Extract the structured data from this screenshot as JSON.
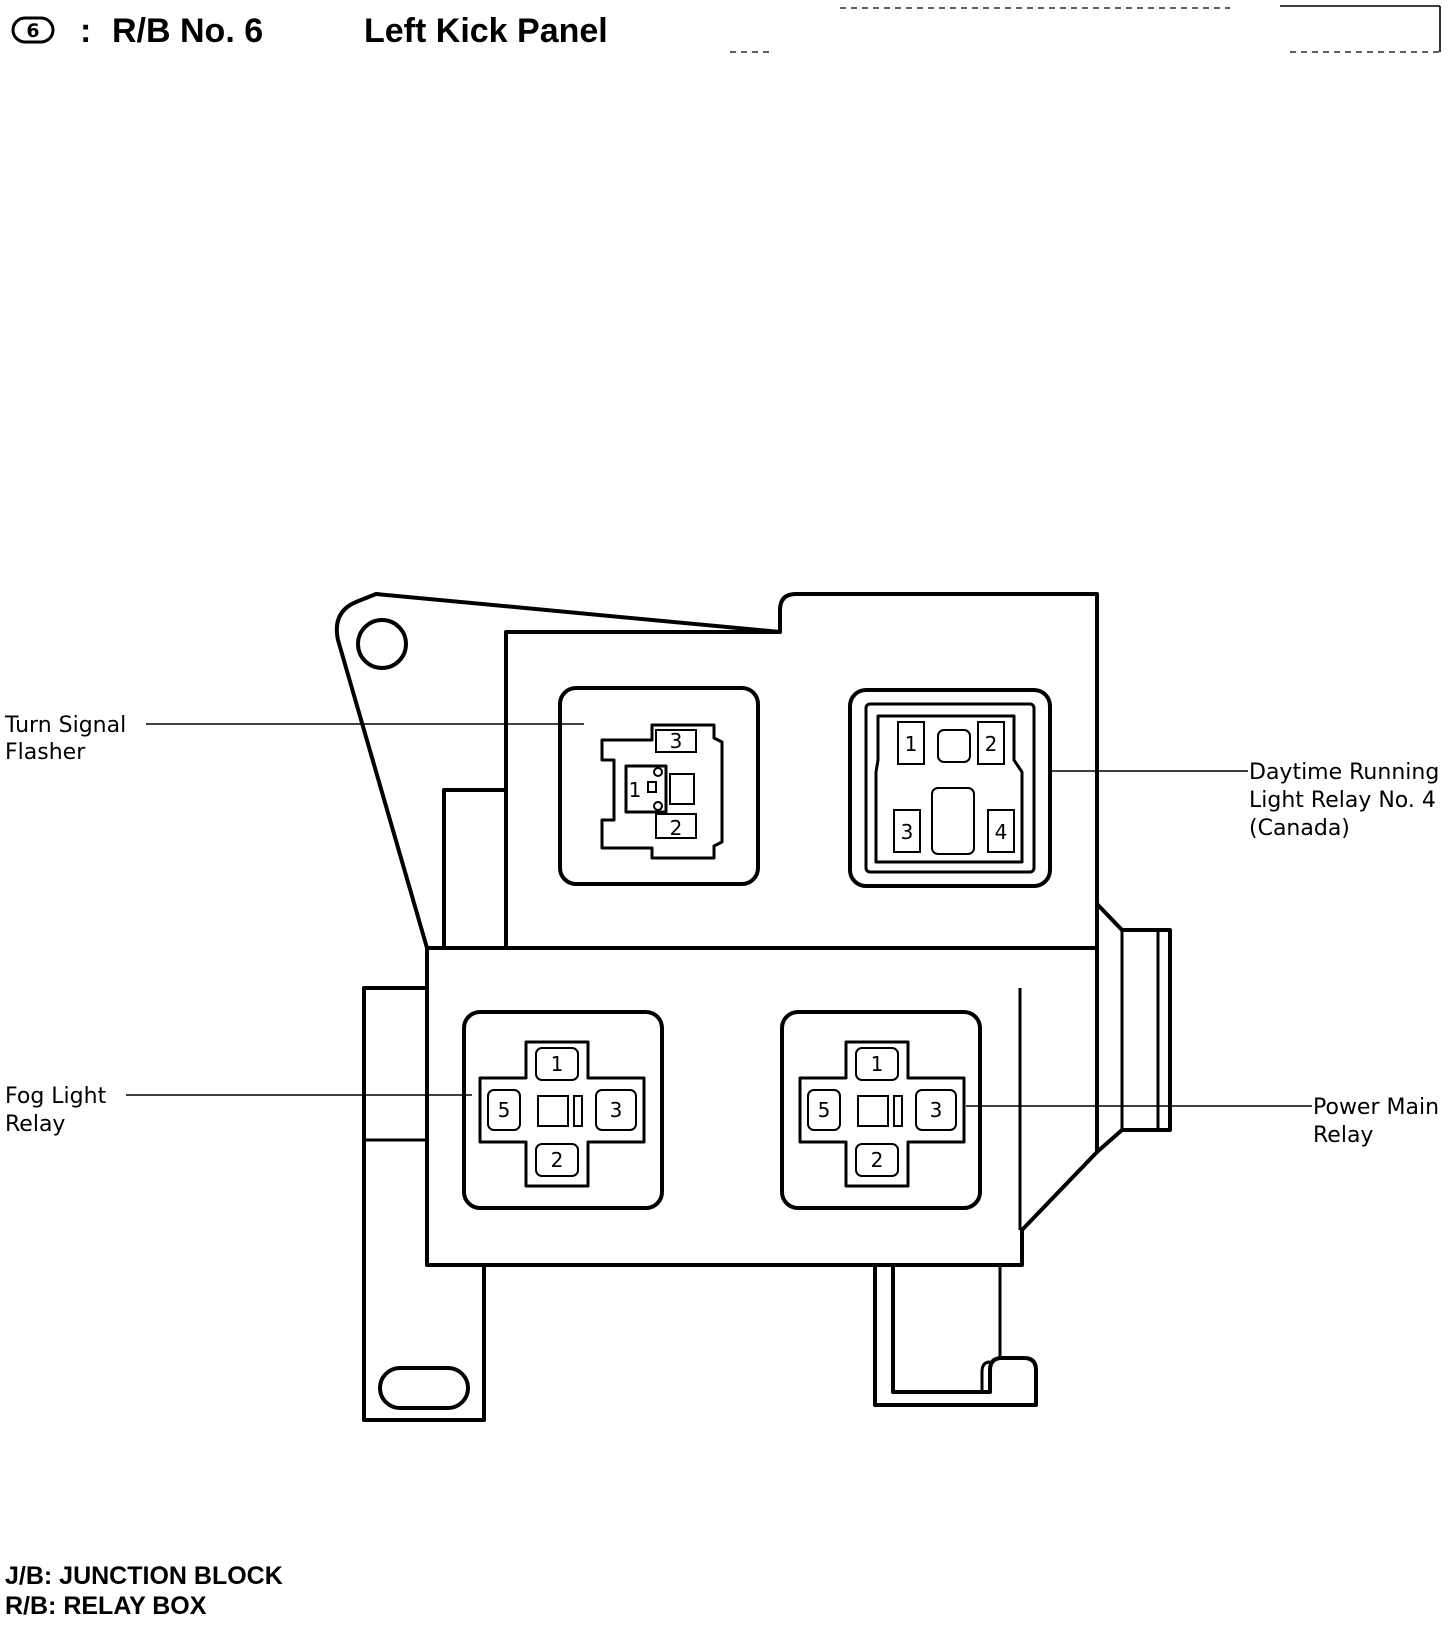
{
  "header": {
    "badge": "6",
    "separator": ":",
    "box_name": "R/B No. 6",
    "location": "Left Kick Panel"
  },
  "relays": {
    "turn_signal_flasher": {
      "label_line1": "Turn Signal",
      "label_line2": "Flasher",
      "pins": [
        "1",
        "2",
        "3"
      ]
    },
    "daytime_running_light_relay": {
      "label_line1": "Daytime Running",
      "label_line2": "Light Relay No. 4",
      "label_line3": "(Canada)",
      "pins": [
        "1",
        "2",
        "3",
        "4"
      ]
    },
    "fog_light_relay": {
      "label_line1": "Fog Light",
      "label_line2": "Relay",
      "pins": [
        "1",
        "2",
        "3",
        "5"
      ]
    },
    "power_main_relay": {
      "label_line1": "Power Main",
      "label_line2": "Relay",
      "pins": [
        "1",
        "2",
        "3",
        "5"
      ]
    }
  },
  "footer": {
    "line1": "J/B: JUNCTION BLOCK",
    "line2": "R/B: RELAY BOX"
  }
}
